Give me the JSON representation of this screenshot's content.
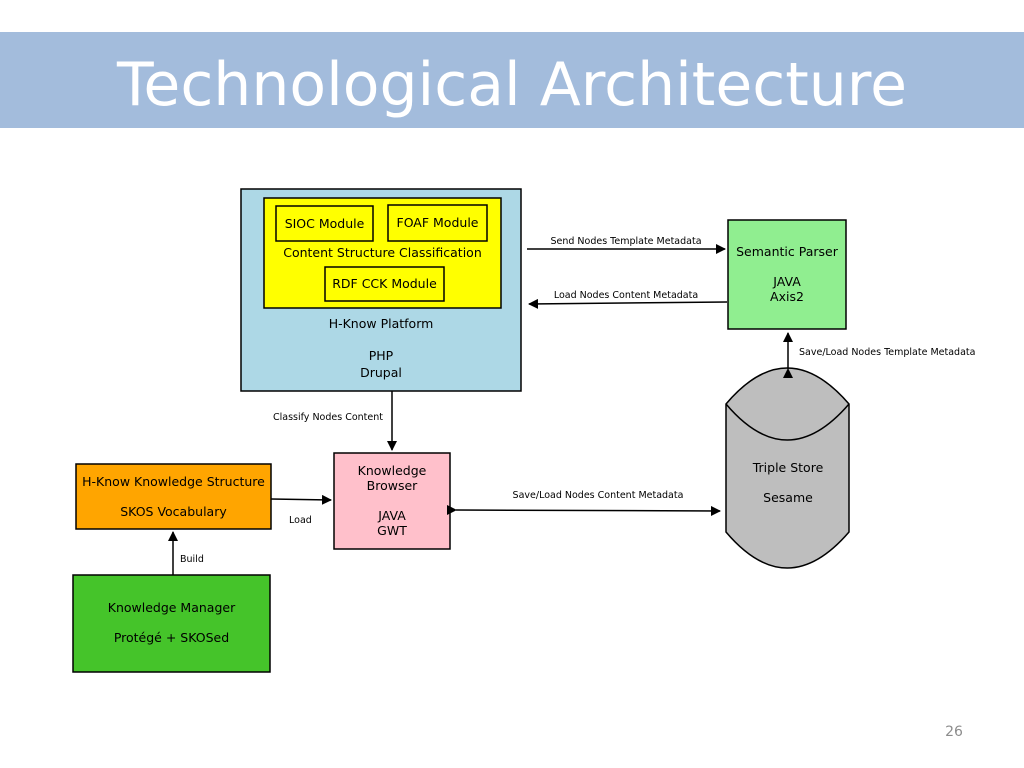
{
  "slide": {
    "title": "Technological Architecture",
    "page_number": "26"
  },
  "colors": {
    "title_bar": "#a3bcdc",
    "platform": "#add8e6",
    "content_structure": "#ffff00",
    "semantic_parser": "#90ee90",
    "triple_store": "#bebebe",
    "knowledge_browser": "#ffc0cb",
    "knowledge_structure": "#ffa500",
    "knowledge_manager": "#45c42a"
  },
  "nodes": {
    "platform": {
      "name": "H-Know Platform",
      "line1": "PHP",
      "line2": "Drupal"
    },
    "content_structure": {
      "label": "Content Structure Classification"
    },
    "sioc": {
      "label": "SIOC Module"
    },
    "foaf": {
      "label": "FOAF Module"
    },
    "rdf_cck": {
      "label": "RDF CCK Module"
    },
    "semantic_parser": {
      "name": "Semantic Parser",
      "line1": "JAVA",
      "line2": "Axis2"
    },
    "triple_store": {
      "name": "Triple Store",
      "line1": "Sesame"
    },
    "knowledge_browser": {
      "line1": "Knowledge",
      "line2": "Browser",
      "line3": "JAVA",
      "line4": "GWT"
    },
    "knowledge_structure": {
      "name": "H-Know Knowledge Structure",
      "line1": "SKOS Vocabulary"
    },
    "knowledge_manager": {
      "name": "Knowledge Manager",
      "line1": "Protégé + SKOSed"
    }
  },
  "edges": {
    "send_template": "Send Nodes Template Metadata",
    "load_content": "Load Nodes Content Metadata",
    "save_load_template": "Save/Load Nodes Template Metadata",
    "classify": "Classify Nodes Content",
    "save_load_content": "Save/Load Nodes Content Metadata",
    "load": "Load",
    "build": "Build"
  }
}
